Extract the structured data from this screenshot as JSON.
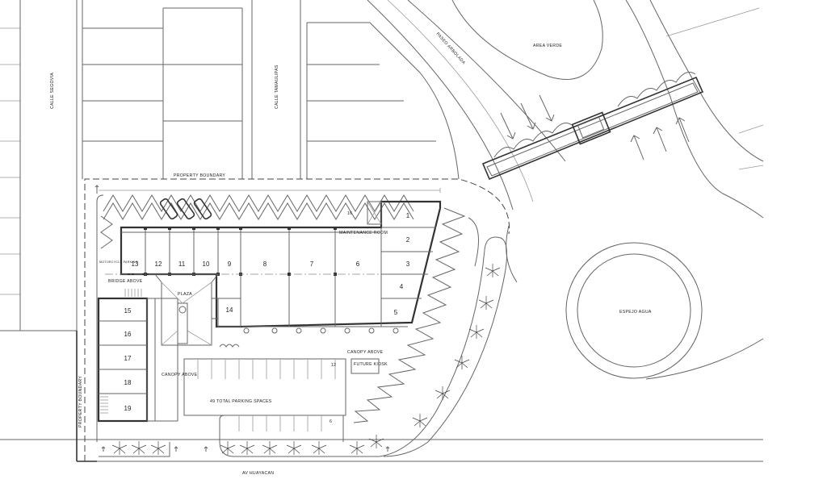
{
  "labels": {
    "paseo": "PASEO ARBOLADA",
    "area_verde": "AREA VERDE",
    "calle_segovia": "CALLE SEGOVIA",
    "calle_tamaulipas": "CALLE TAMAULIPAS",
    "property_boundary_top": "PROPERTY BOUNDARY",
    "property_boundary_side": "PROPERTY BOUNDARY",
    "motorcycle_parking": "MOTORCYCLE PARKING",
    "bridge_above": "BRIDGE ABOVE",
    "plaza": "PLAZA",
    "maintenance_room": "MAINTENANCE ROOM",
    "canopy_above_center": "CANOPY ABOVE",
    "canopy_above_left": "CANOPY ABOVE",
    "future_kiosk": "FUTURE KIOSK",
    "parking_spaces": "49 TOTAL PARKING SPACES",
    "espejo_agua": "ESPEJO AGUA",
    "av_huayacan": "AV HUAYACAN",
    "top_row_count": "12",
    "bottom_row_count": "6",
    "corner_count": "16"
  },
  "units_top": [
    "13",
    "12",
    "11",
    "10",
    "9",
    "8",
    "7",
    "6"
  ],
  "units_right": [
    "1",
    "2",
    "3",
    "4",
    "5"
  ],
  "units_left": [
    "15",
    "16",
    "17",
    "18",
    "19"
  ],
  "unit_14": "14"
}
